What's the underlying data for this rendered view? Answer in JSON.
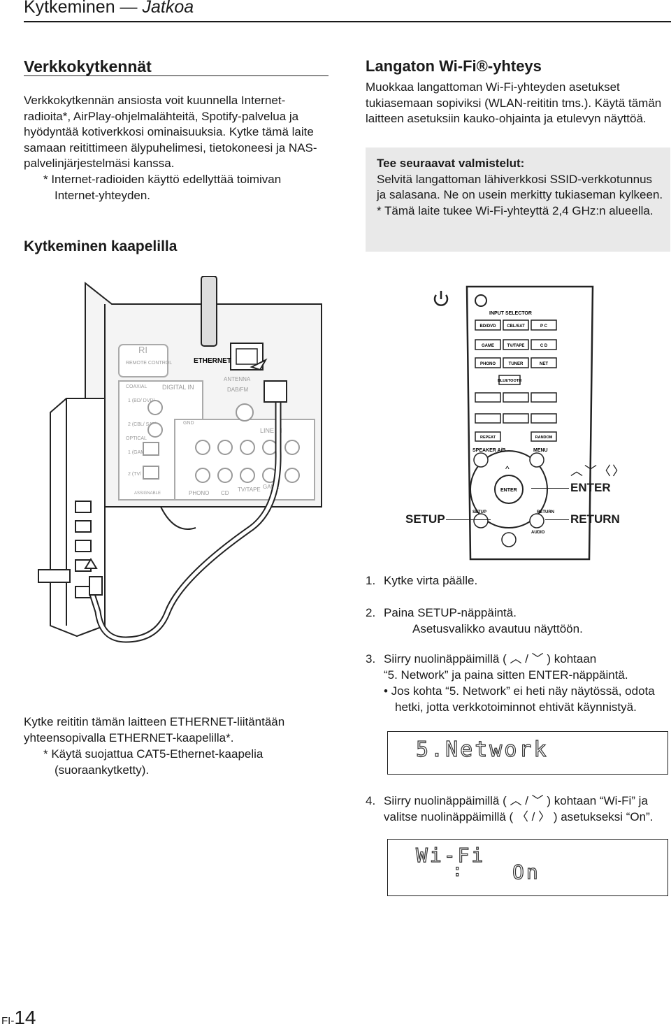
{
  "header": {
    "title_main": "Kytkeminen — ",
    "title_italic": "Jatkoa"
  },
  "left": {
    "heading": "Verkkokytkennät",
    "para1": "Verkkokytkennän ansiosta voit kuunnella Internet-radioita*, AirPlay-ohjelmalähteitä, Spotify-palvelua ja hyödyntää kotiverkkosi ominaisuuksia. Kytke tämä laite samaan reitittimeen älypuhelimesi, tietokoneesi ja NAS-palvelinjärjestelmäsi kanssa.",
    "note1": "* Internet-radioiden käyttö edellyttää toimivan Internet-yhteyden.",
    "subheading": "Kytkeminen kaapelilla",
    "caption": "Kytke reititin tämän laitteen ETHERNET-liitäntään yhteensopivalla ETHERNET-kaapelilla*.",
    "caption_note": "* Käytä suojattua CAT5-Ethernet-kaapelia (suoraankytketty)."
  },
  "right": {
    "heading": "Langaton Wi-Fi®-yhteys",
    "para": "Muokkaa langattoman Wi-Fi-yhteyden asetukset tukiasemaan sopiviksi (WLAN-reititin tms.). Käytä tämän laitteen asetuksiin kauko-ohjainta ja etulevyn näyttöä.",
    "box_title": "Tee seuraavat valmistelut:",
    "box_text": "Selvitä langattoman lähiverkkosi SSID-verkkotunnus ja salasana. Ne on usein merkitty tukiaseman kylkeen.",
    "box_note": "* Tämä laite tukee Wi-Fi-yhteyttä 2,4 GHz:n alueella."
  },
  "diagram": {
    "ethernet": "ETHERNET",
    "remote_control": "REMOTE CONTROL",
    "ri": "RI",
    "antenna": "ANTENNA",
    "dab": "DAB/FM",
    "digital_in": "DIGITAL IN",
    "coaxial": "COAXIAL",
    "optical": "OPTICAL",
    "gnd": "GND",
    "line_in": "LINE IN",
    "phono": "PHONO",
    "cd": "CD",
    "tvtape": "TV/TAPE",
    "game": "GAME",
    "assignable": "ASSIGNABLE",
    "bddvd_in": "1 (BD/ DVD)",
    "cblsat_in": "2 (CBL/ SAT)",
    "game_in": "1 (GAME)",
    "tvtape_in": "2 (TV/ TAPE)"
  },
  "remote": {
    "input_selector": "INPUT SELECTOR",
    "row1": [
      "BD/DVD",
      "CBL/SAT",
      "P C"
    ],
    "row2": [
      "GAME",
      "TV/TAPE",
      "C D"
    ],
    "row3": [
      "PHONO",
      "TUNER",
      "NET"
    ],
    "bluetooth": "BLUETOOTH",
    "repeat": "REPEAT",
    "random": "RANDOM",
    "speaker": "SPEAKER A/B",
    "menu": "MENU",
    "enter": "ENTER",
    "setup": "SETUP",
    "return": "RETURN",
    "audio": "AUDIO"
  },
  "callouts": {
    "setup": "SETUP",
    "enter": "ENTER",
    "return": "RETURN"
  },
  "steps": {
    "s1": "Kytke virta päälle.",
    "s2": "Paina SETUP-näppäintä.",
    "s2b": "Asetusvalikko avautuu näyttöön.",
    "s3a": "Siirry nuolinäppäimillä (",
    "s3b": ") kohtaan",
    "s3c": "“5. Network” ja paina sitten ENTER-näppäintä.",
    "s3d": "• Jos kohta “5. Network” ei heti näy näytössä, odota hetki, jotta verkkotoiminnot ehtivät käynnistyä.",
    "s4a": "Siirry nuolinäppäimillä (",
    "s4b": ") kohtaan “Wi-Fi” ja",
    "s4c": "valitse nuolinäppäimillä (",
    "s4d": ") asetukseksi “On”.",
    "n1": "1.",
    "n2": "2.",
    "n3": "3.",
    "n4": "4."
  },
  "lcd1": "5.Network",
  "lcd2_line1": "Wi-Fi",
  "lcd2_line2": "On",
  "footer": {
    "prefix": "FI-",
    "page": "14"
  }
}
